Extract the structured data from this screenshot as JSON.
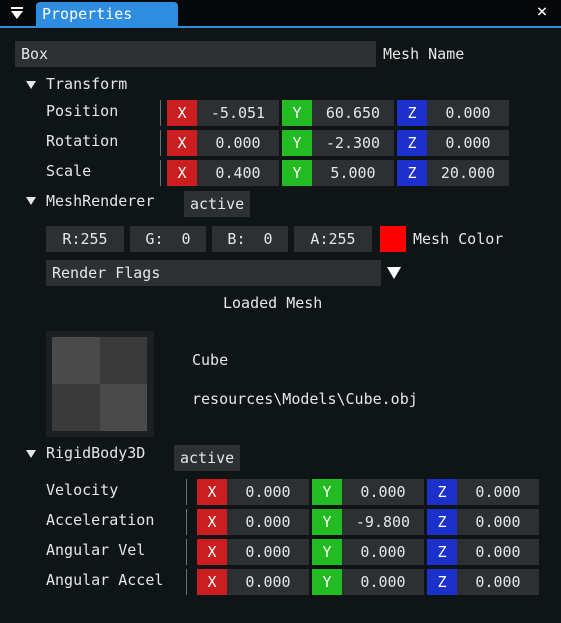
{
  "window": {
    "title": "Properties",
    "close_glyph": "×"
  },
  "mesh_name": {
    "value": "Box",
    "label": "Mesh Name"
  },
  "transform": {
    "header": "Transform",
    "rows": [
      {
        "label": "Position",
        "x": "-5.051",
        "y": "60.650",
        "z": "0.000"
      },
      {
        "label": "Rotation",
        "x": "0.000",
        "y": "-2.300",
        "z": "0.000"
      },
      {
        "label": "Scale",
        "x": "0.400",
        "y": "5.000",
        "z": "20.000"
      }
    ]
  },
  "axes": {
    "x": "X",
    "y": "Y",
    "z": "Z"
  },
  "mesh_renderer": {
    "header": "MeshRenderer",
    "badge": "active",
    "color": {
      "r": "R:255",
      "g": "G:  0",
      "b": "B:  0",
      "a": "A:255",
      "swatch": "#ff0000",
      "label": "Mesh Color"
    },
    "render_flags": "Render Flags",
    "loaded_mesh_title": "Loaded Mesh",
    "mesh_name": "Cube",
    "mesh_path": "resources\\Models\\Cube.obj"
  },
  "rigidbody": {
    "header": "RigidBody3D",
    "badge": "active",
    "rows": [
      {
        "label": "Velocity",
        "x": "0.000",
        "y": "0.000",
        "z": "0.000"
      },
      {
        "label": "Acceleration",
        "x": "0.000",
        "y": "-9.800",
        "z": "0.000"
      },
      {
        "label": "Angular Vel",
        "x": "0.000",
        "y": "0.000",
        "z": "0.000"
      },
      {
        "label": "Angular Accel",
        "x": "0.000",
        "y": "0.000",
        "z": "0.000"
      }
    ]
  }
}
